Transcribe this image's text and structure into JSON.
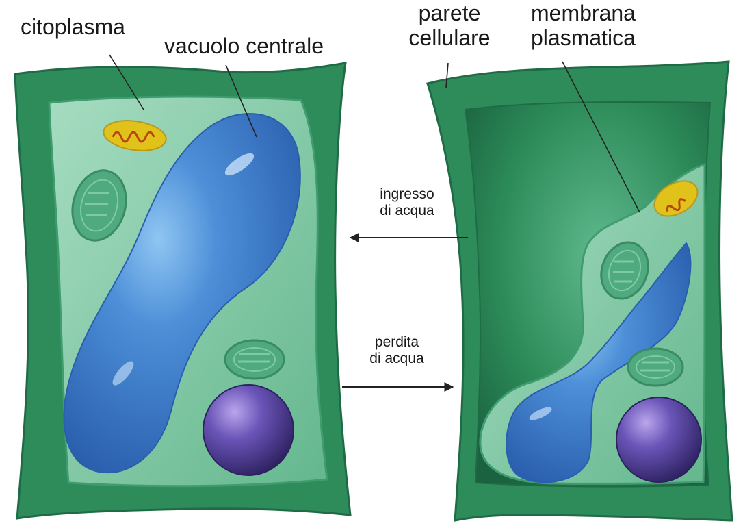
{
  "labels": {
    "cytoplasm": "citoplasma",
    "central_vacuole": "vacuolo centrale",
    "cell_wall_line1": "parete",
    "cell_wall_line2": "cellulare",
    "plasma_membrane_line1": "membrana",
    "plasma_membrane_line2": "plasmatica",
    "water_in_line1": "ingresso",
    "water_in_line2": "di acqua",
    "water_out_line1": "perdita",
    "water_out_line2": "di acqua"
  },
  "colors": {
    "cell_wall": "#2e8b5a",
    "cell_wall_dark": "#1f6b45",
    "cytoplasm": "#6cbf96",
    "cytoplasm_light": "#9fd9bc",
    "vacuole": "#2f73c2",
    "vacuole_light": "#5fa3e0",
    "nucleus": "#4a3a8c",
    "mitochondrion": "#e0c21a",
    "chloroplast": "#4faa80",
    "empty_space": "#237a4e",
    "arrow": "#222222"
  }
}
